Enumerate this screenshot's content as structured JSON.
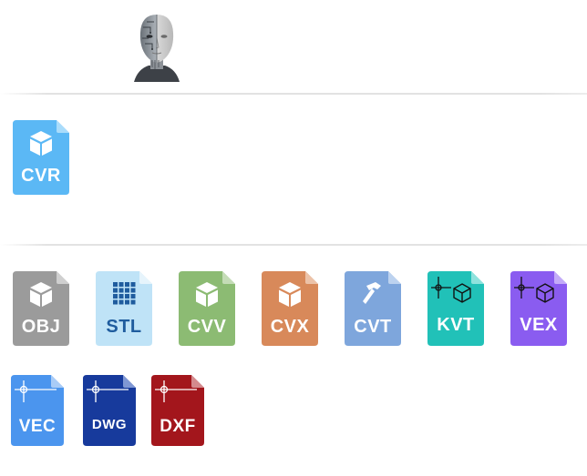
{
  "header": {
    "avatar_icon": "robot-face-avatar-icon"
  },
  "featured": [
    {
      "label": "CVR",
      "color": "#5bb8f5",
      "fold": "#a9dcfb",
      "glyph": "cube"
    }
  ],
  "files": [
    {
      "label": "OBJ",
      "color": "#9b9b9b",
      "fold": "#cfcfcf",
      "glyph": "cube",
      "text_color": "#ffffff"
    },
    {
      "label": "STL",
      "color": "#bfe3f7",
      "fold": "#e6f4fc",
      "glyph": "grid",
      "text_color": "#1f5c9e"
    },
    {
      "label": "CVV",
      "color": "#8cbb73",
      "fold": "#c4dcb6",
      "glyph": "cube",
      "text_color": "#ffffff"
    },
    {
      "label": "CVX",
      "color": "#d8895a",
      "fold": "#ecc2a8",
      "glyph": "cube",
      "text_color": "#ffffff"
    },
    {
      "label": "CVT",
      "color": "#7ea6dc",
      "fold": "#bcd2ef",
      "glyph": "hammer",
      "text_color": "#ffffff"
    },
    {
      "label": "KVT",
      "color": "#21c1b8",
      "fold": "#8ee2dd",
      "glyph": "crosshair-cube",
      "text_color": "#ffffff"
    },
    {
      "label": "VEX",
      "color": "#8a5cf0",
      "fold": "#c3abf8",
      "glyph": "crosshair-cube",
      "text_color": "#ffffff"
    },
    {
      "label": "VEC",
      "color": "#4b95ee",
      "fold": "#a9ccf7",
      "glyph": "crosshair",
      "text_color": "#ffffff"
    },
    {
      "label": "DWG",
      "color": "#173a9c",
      "fold": "#7f97d4",
      "glyph": "crosshair",
      "text_color": "#ffffff"
    },
    {
      "label": "DXF",
      "color": "#a3161c",
      "fold": "#d48a8d",
      "glyph": "crosshair",
      "text_color": "#ffffff"
    }
  ]
}
